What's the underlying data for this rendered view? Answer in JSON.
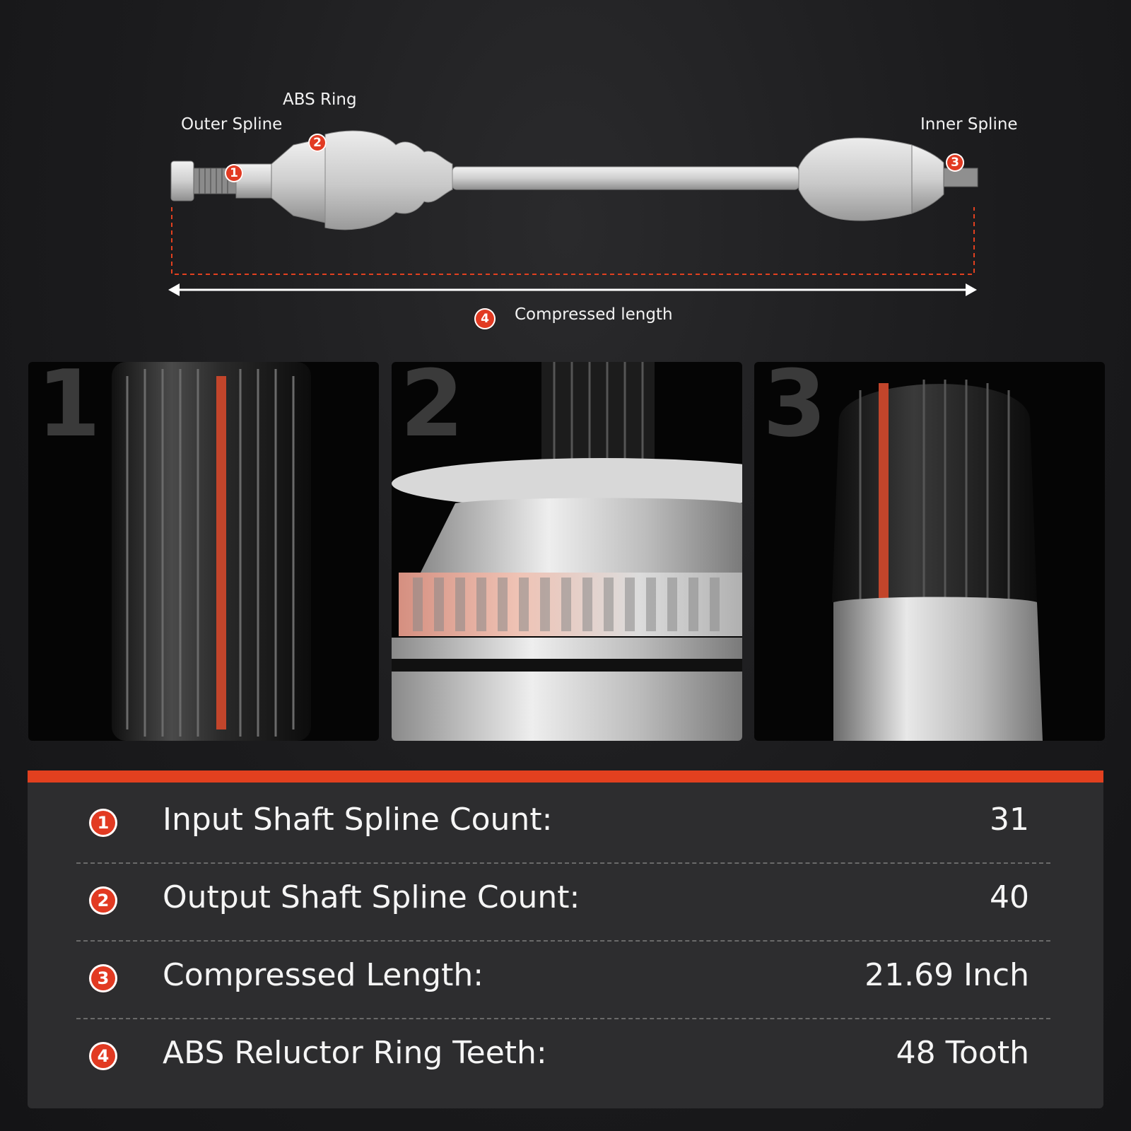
{
  "diagram": {
    "labels": {
      "outer_spline": "Outer Spline",
      "abs_ring": "ABS Ring",
      "inner_spline": "Inner Spline",
      "compressed_length": "Compressed length"
    },
    "badges": [
      "1",
      "2",
      "3",
      "4"
    ]
  },
  "detail_panels": [
    {
      "number": "1"
    },
    {
      "number": "2"
    },
    {
      "number": "3"
    }
  ],
  "specs": [
    {
      "badge": "1",
      "label": "Input Shaft Spline Count:",
      "value": "31"
    },
    {
      "badge": "2",
      "label": "Output Shaft Spline Count:",
      "value": "40"
    },
    {
      "badge": "3",
      "label": "Compressed Length:",
      "value": "21.69 Inch"
    },
    {
      "badge": "4",
      "label": "ABS Reluctor Ring Teeth:",
      "value": "48 Tooth"
    }
  ],
  "colors": {
    "accent": "#e2401f",
    "background": "#1b1b1d",
    "spec_bg": "#2d2d2f"
  }
}
